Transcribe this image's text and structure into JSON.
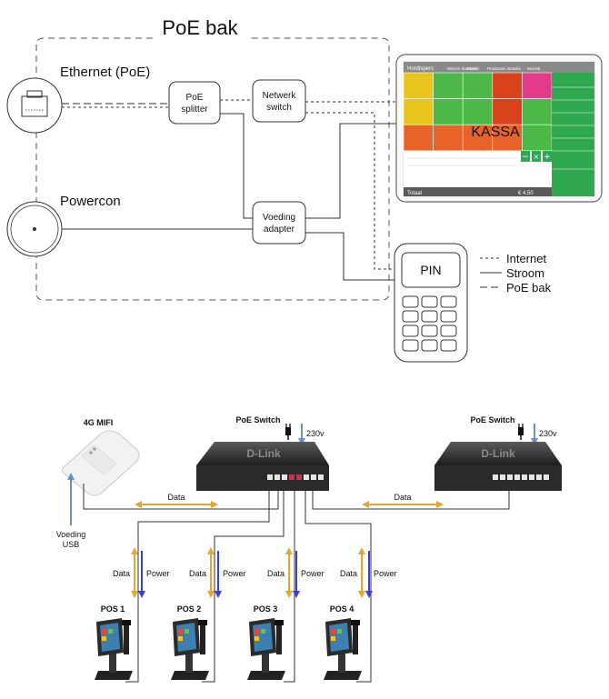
{
  "top": {
    "title": "PoE bak",
    "ethernet_label": "Ethernet (PoE)",
    "powercon_label": "Powercon",
    "poe_splitter": [
      "PoE",
      "splitter"
    ],
    "network_switch": [
      "Netwerk",
      "switch"
    ],
    "power_adapter": [
      "Voeding",
      "adapter"
    ],
    "pin_label": "PIN",
    "kassa_label": "KASSA",
    "legend": [
      "Internet",
      "Stroom",
      "PoE bak"
    ],
    "screen": {
      "brand": "Hordispers",
      "tabs": [
        "Warme dranken",
        "Koude",
        "Producten",
        "Snacks",
        "Muziek"
      ],
      "total_label": "Totaal",
      "total_value": "€ 4,50",
      "tile_colors": [
        "#e8c51a",
        "#4cb848",
        "#4cb848",
        "#d9421b",
        "#e43a8c",
        "#e8c51a",
        "#4cb848",
        "#4cb848",
        "#d9421b",
        "#4cb848",
        "#e8632a",
        "#e8632a",
        "#e8632a",
        "#e8632a",
        "#4cb848"
      ]
    }
  },
  "bottom": {
    "mifi_label": "4G MIFI",
    "switch1_label": "PoE Switch",
    "switch2_label": "PoE Switch",
    "power1": "230v",
    "power2": "230v",
    "data_label": "Data",
    "power_label": "Power",
    "voeding_usb": [
      "Voeding",
      "USB"
    ],
    "pos_labels": [
      "POS 1",
      "POS 2",
      "POS 3",
      "POS 4"
    ],
    "switch_brand": "D-Link"
  },
  "colors": {
    "data_arrow": "#e4a531",
    "power_arrow": "#3b3fd6",
    "usb_arrow": "#6c8fc8",
    "screen_green": "#2fa84f"
  }
}
